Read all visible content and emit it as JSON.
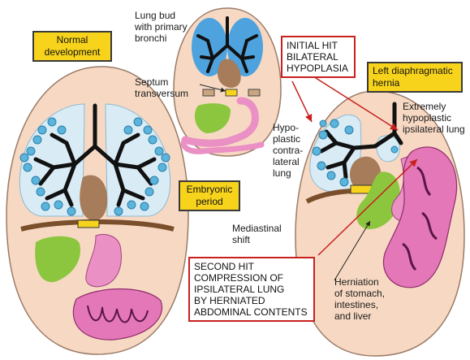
{
  "labels": {
    "normal_development": "Normal\ndevelopment",
    "lung_bud": "Lung bud\nwith primary\nbronchi",
    "initial_hit": "INITIAL HIT\nBILATERAL\nHYPOPLASIA",
    "left_cdh": "Left diaphragmatic\nhernia",
    "septum": "Septum\ntransversum",
    "extremely_hypoplastic": "Extremely\nhypoplastic\nipsilateral lung",
    "hypoplastic_contra": "Hypo-\nplastic\ncontra-\nlateral\nlung",
    "embryonic_period": "Embryonic\nperiod",
    "mediastinal_shift": "Mediastinal\nshift",
    "second_hit": "SECOND HIT\nCOMPRESSION OF\nIPSILATERAL LUNG\nBY HERNIATED\nABDOMINAL CONTENTS",
    "herniation": "Herniation\nof stomach,\nintestines,\nand liver"
  },
  "colors": {
    "body_fill": "#f7d9c3",
    "body_stroke": "#9a7b68",
    "lung_fill": "#d9ecf6",
    "alveoli": "#5ab4dc",
    "bronchi": "#111111",
    "heart": "#a67c5b",
    "diaphragm": "#7a4f2b",
    "liver": "#8cc63f",
    "stomach": "#ea90c4",
    "intestine": "#e477b8",
    "label_box": "#f7d31b",
    "red": "#c8201f",
    "embryo_lung": "#4ea3df"
  }
}
